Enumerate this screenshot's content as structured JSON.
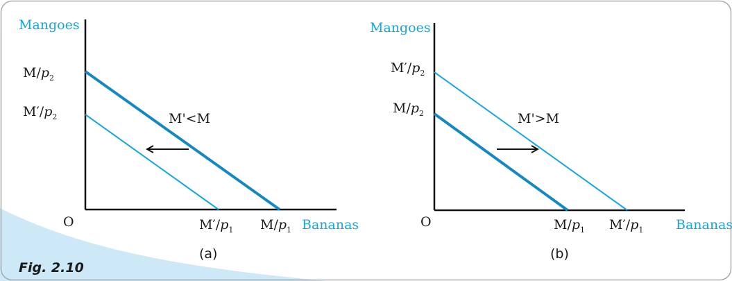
{
  "colors": {
    "blue": "#16a6da",
    "dark_blue": "#1588c2",
    "axis": "#111111",
    "arrow": "#111111",
    "frame": "#a9a9a9",
    "corner": "#cde9f7"
  },
  "figure": {
    "label": "Fig. 2.10"
  },
  "panels": [
    {
      "caption": "(a)",
      "y_axis_label": "Mangoes",
      "x_axis_label": "Bananas",
      "origin_label": "O",
      "comparison_label": "M'<M",
      "arrow_direction": "left",
      "y_intercepts": [
        {
          "num": "M",
          "den": "p",
          "sub": "2"
        },
        {
          "num": "M′",
          "den": "p",
          "sub": "2"
        }
      ],
      "x_intercepts": [
        {
          "num": "M′",
          "den": "p",
          "sub": "1"
        },
        {
          "num": "M",
          "den": "p",
          "sub": "1"
        }
      ],
      "budget_lines": [
        {
          "name": "original",
          "income": "M",
          "style": "thick"
        },
        {
          "name": "new",
          "income": "M′",
          "style": "thin"
        }
      ]
    },
    {
      "caption": "(b)",
      "y_axis_label": "Mangoes",
      "x_axis_label": "Bananas",
      "origin_label": "O",
      "comparison_label": "M'>M",
      "arrow_direction": "right",
      "y_intercepts": [
        {
          "num": "M′",
          "den": "p",
          "sub": "2"
        },
        {
          "num": "M",
          "den": "p",
          "sub": "2"
        }
      ],
      "x_intercepts": [
        {
          "num": "M",
          "den": "p",
          "sub": "1"
        },
        {
          "num": "M′",
          "den": "p",
          "sub": "1"
        }
      ],
      "budget_lines": [
        {
          "name": "new",
          "income": "M′",
          "style": "thin"
        },
        {
          "name": "original",
          "income": "M",
          "style": "thick"
        }
      ]
    }
  ]
}
